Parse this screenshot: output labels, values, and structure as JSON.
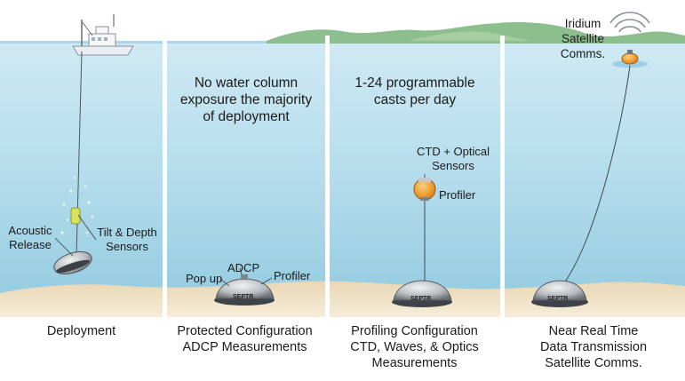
{
  "panels": [
    {
      "caption": "Deployment",
      "labels": {
        "acoustic_line1": "Acoustic",
        "acoustic_line2": "Release",
        "tilt_line1": "Tilt & Depth",
        "tilt_line2": "Sensors"
      }
    },
    {
      "caption_line1": "Protected Configuration",
      "caption_line2": "ADCP Measurements",
      "header_line1": "No water column",
      "header_line2": "exposure the majority",
      "header_line3": "of deployment",
      "labels": {
        "adcp": "ADCP",
        "pop_up": "Pop up",
        "profiler": "Profiler",
        "septr": "SEPTR"
      }
    },
    {
      "caption_line1": "Profiling Configuration",
      "caption_line2": "CTD, Waves, & Optics",
      "caption_line3": "Measurements",
      "header_line1": "1-24 programmable",
      "header_line2": "casts per day",
      "labels": {
        "ctd_line1": "CTD + Optical",
        "ctd_line2": "Sensors",
        "profiler": "Profiler",
        "septr": "SEPTR"
      }
    },
    {
      "caption_line1": "Near Real Time",
      "caption_line2": "Data Transmission",
      "caption_line3": "Satellite Comms.",
      "labels": {
        "iridium_line1": "Iridium",
        "iridium_line2": "Satellite",
        "iridium_line3": "Comms.",
        "septr": "SEPTR"
      }
    }
  ],
  "colors": {
    "water_top": "#c9e6f2",
    "water_bottom": "#8fc9e0",
    "sky": "#ffffff",
    "hills": "#8bbf8a",
    "sand": "#f1e4cc",
    "buoy": "#f2a126",
    "divider": "#ffffff"
  }
}
